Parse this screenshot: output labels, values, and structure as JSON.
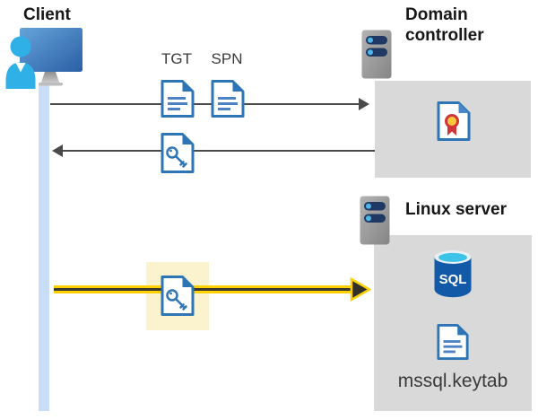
{
  "client": {
    "label": "Client"
  },
  "domain_controller": {
    "label": "Domain controller"
  },
  "linux_server": {
    "label": "Linux server",
    "sql_badge": "SQL",
    "keytab_label": "mssql.keytab"
  },
  "tickets": {
    "tgt": "TGT",
    "spn": "SPN"
  },
  "colors": {
    "doc_blue": "#2e75b6",
    "doc_line_blue": "#4d82c4",
    "panel_gray": "#d9d9d9",
    "lifeline_blue": "#c9ddf6",
    "highlight_cream": "#faf3ce",
    "arrow_gray": "#4a4a4a",
    "arrow_yellow": "#ffd100",
    "arrow_dark_core": "#3b382f",
    "sql_blue": "#1259a8",
    "sql_top_cyan": "#3ec3e8",
    "person_cyan": "#2fb1e7",
    "server_bar_navy": "#1f3864",
    "server_dot_blue": "#50b5e8",
    "cert_red": "#d13438",
    "cert_gold": "#ffc83d"
  }
}
